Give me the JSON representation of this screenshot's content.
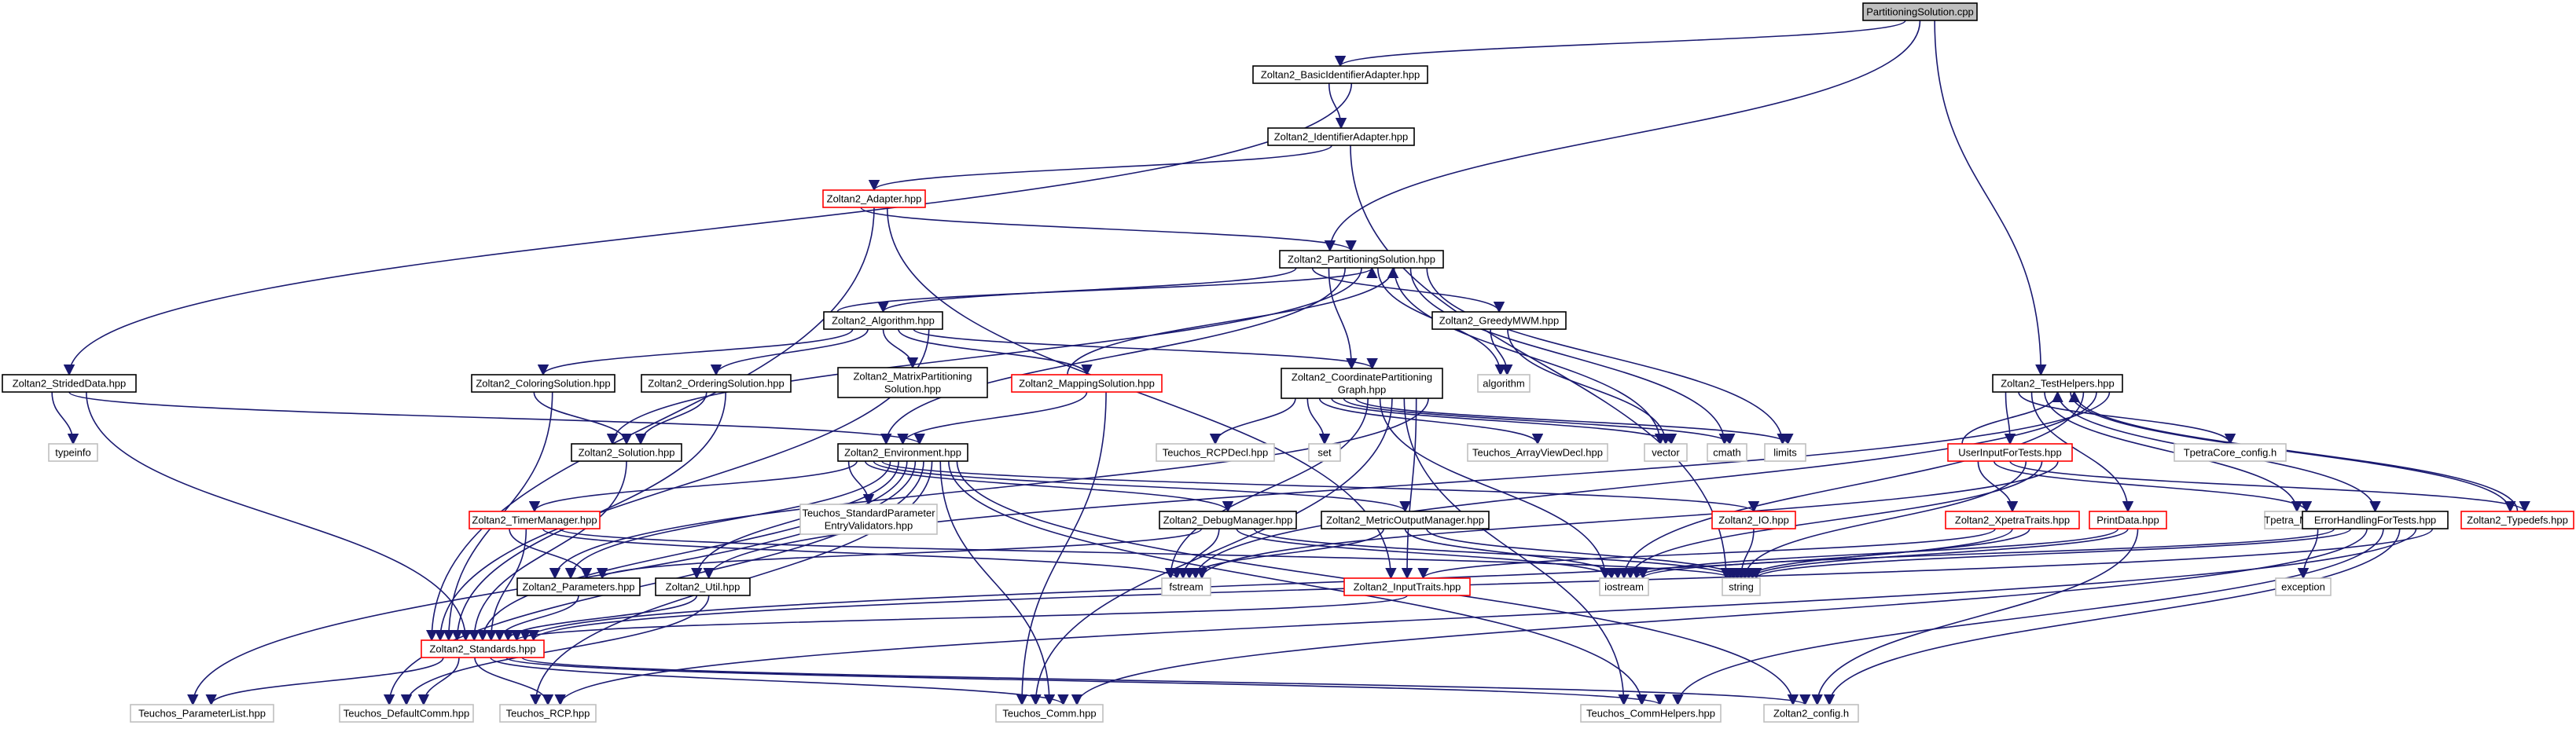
{
  "colors": {
    "edge": "#191970",
    "border_default": "#000000",
    "border_incomplete": "#ff0000",
    "border_external": "#bfbfbf",
    "fill_default": "#ffffff",
    "fill_root": "#bfbfbf"
  },
  "nodes": [
    {
      "id": "ps_cpp",
      "lines": [
        "PartitioningSolution.cpp"
      ],
      "style": "root"
    },
    {
      "id": "basic_id",
      "lines": [
        "Zoltan2_BasicIdentifierAdapter.hpp"
      ],
      "style": "default"
    },
    {
      "id": "id_adapter",
      "lines": [
        "Zoltan2_IdentifierAdapter.hpp"
      ],
      "style": "default"
    },
    {
      "id": "adapter",
      "lines": [
        "Zoltan2_Adapter.hpp"
      ],
      "style": "incomplete"
    },
    {
      "id": "psol",
      "lines": [
        "Zoltan2_PartitioningSolution.hpp"
      ],
      "style": "default"
    },
    {
      "id": "algorithm_hpp",
      "lines": [
        "Zoltan2_Algorithm.hpp"
      ],
      "style": "default"
    },
    {
      "id": "greedy",
      "lines": [
        "Zoltan2_GreedyMWM.hpp"
      ],
      "style": "default"
    },
    {
      "id": "algorithm_std",
      "lines": [
        "algorithm"
      ],
      "style": "external"
    },
    {
      "id": "coloring",
      "lines": [
        "Zoltan2_ColoringSolution.hpp"
      ],
      "style": "default"
    },
    {
      "id": "ordering",
      "lines": [
        "Zoltan2_OrderingSolution.hpp"
      ],
      "style": "default"
    },
    {
      "id": "matrixpart",
      "lines": [
        "Zoltan2_MatrixPartitioning",
        "Solution.hpp"
      ],
      "style": "default"
    },
    {
      "id": "mapping",
      "lines": [
        "Zoltan2_MappingSolution.hpp"
      ],
      "style": "incomplete"
    },
    {
      "id": "coordgraph",
      "lines": [
        "Zoltan2_CoordinatePartitioning",
        "Graph.hpp"
      ],
      "style": "default"
    },
    {
      "id": "strided",
      "lines": [
        "Zoltan2_StridedData.hpp"
      ],
      "style": "default"
    },
    {
      "id": "typeinfo",
      "lines": [
        "typeinfo"
      ],
      "style": "external"
    },
    {
      "id": "solution",
      "lines": [
        "Zoltan2_Solution.hpp"
      ],
      "style": "default"
    },
    {
      "id": "environment",
      "lines": [
        "Zoltan2_Environment.hpp"
      ],
      "style": "default"
    },
    {
      "id": "rcpdecl",
      "lines": [
        "Teuchos_RCPDecl.hpp"
      ],
      "style": "external"
    },
    {
      "id": "set",
      "lines": [
        "set"
      ],
      "style": "external"
    },
    {
      "id": "arrayview",
      "lines": [
        "Teuchos_ArrayViewDecl.hpp"
      ],
      "style": "external"
    },
    {
      "id": "vector",
      "lines": [
        "vector"
      ],
      "style": "external"
    },
    {
      "id": "cmath",
      "lines": [
        "cmath"
      ],
      "style": "external"
    },
    {
      "id": "limits",
      "lines": [
        "limits"
      ],
      "style": "external"
    },
    {
      "id": "stdparam",
      "lines": [
        "Teuchos_StandardParameter",
        "EntryValidators.hpp"
      ],
      "style": "external"
    },
    {
      "id": "timer",
      "lines": [
        "Zoltan2_TimerManager.hpp"
      ],
      "style": "incomplete"
    },
    {
      "id": "debugmgr",
      "lines": [
        "Zoltan2_DebugManager.hpp"
      ],
      "style": "default"
    },
    {
      "id": "metricout",
      "lines": [
        "Zoltan2_MetricOutputManager.hpp"
      ],
      "style": "default"
    },
    {
      "id": "io",
      "lines": [
        "Zoltan2_IO.hpp"
      ],
      "style": "incomplete"
    },
    {
      "id": "params",
      "lines": [
        "Zoltan2_Parameters.hpp"
      ],
      "style": "default"
    },
    {
      "id": "util",
      "lines": [
        "Zoltan2_Util.hpp"
      ],
      "style": "default"
    },
    {
      "id": "fstream",
      "lines": [
        "fstream"
      ],
      "style": "external"
    },
    {
      "id": "inputtraits",
      "lines": [
        "Zoltan2_InputTraits.hpp"
      ],
      "style": "incomplete"
    },
    {
      "id": "iostream",
      "lines": [
        "iostream"
      ],
      "style": "external"
    },
    {
      "id": "string",
      "lines": [
        "string"
      ],
      "style": "external"
    },
    {
      "id": "standards",
      "lines": [
        "Zoltan2_Standards.hpp"
      ],
      "style": "incomplete"
    },
    {
      "id": "paramlist",
      "lines": [
        "Teuchos_ParameterList.hpp"
      ],
      "style": "external"
    },
    {
      "id": "defaultcomm",
      "lines": [
        "Teuchos_DefaultComm.hpp"
      ],
      "style": "external"
    },
    {
      "id": "rcp",
      "lines": [
        "Teuchos_RCP.hpp"
      ],
      "style": "external"
    },
    {
      "id": "comm",
      "lines": [
        "Teuchos_Comm.hpp"
      ],
      "style": "external"
    },
    {
      "id": "commhelpers",
      "lines": [
        "Teuchos_CommHelpers.hpp"
      ],
      "style": "external"
    },
    {
      "id": "config",
      "lines": [
        "Zoltan2_config.h"
      ],
      "style": "external"
    },
    {
      "id": "testhelpers",
      "lines": [
        "Zoltan2_TestHelpers.hpp"
      ],
      "style": "default"
    },
    {
      "id": "userinput",
      "lines": [
        "UserInputForTests.hpp"
      ],
      "style": "incomplete"
    },
    {
      "id": "tpetracore",
      "lines": [
        "TpetraCore_config.h"
      ],
      "style": "external"
    },
    {
      "id": "xpetra",
      "lines": [
        "Zoltan2_XpetraTraits.hpp"
      ],
      "style": "incomplete"
    },
    {
      "id": "printdata",
      "lines": [
        "PrintData.hpp"
      ],
      "style": "incomplete"
    },
    {
      "id": "tpetramap",
      "lines": [
        "Tpetra_Map.hpp"
      ],
      "style": "external"
    },
    {
      "id": "errhandling",
      "lines": [
        "ErrorHandlingForTests.hpp"
      ],
      "style": "default"
    },
    {
      "id": "typedefs",
      "lines": [
        "Zoltan2_Typedefs.hpp"
      ],
      "style": "incomplete"
    },
    {
      "id": "exception",
      "lines": [
        "exception"
      ],
      "style": "external"
    }
  ],
  "edges": [
    [
      "ps_cpp",
      "basic_id"
    ],
    [
      "ps_cpp",
      "psol"
    ],
    [
      "ps_cpp",
      "testhelpers"
    ],
    [
      "basic_id",
      "id_adapter"
    ],
    [
      "basic_id",
      "strided"
    ],
    [
      "id_adapter",
      "adapter"
    ],
    [
      "id_adapter",
      "string"
    ],
    [
      "adapter",
      "psol"
    ],
    [
      "adapter",
      "standards"
    ],
    [
      "adapter",
      "inputtraits"
    ],
    [
      "psol",
      "algorithm_hpp"
    ],
    [
      "psol",
      "greedy"
    ],
    [
      "psol",
      "coordgraph"
    ],
    [
      "psol",
      "environment"
    ],
    [
      "psol",
      "solution"
    ],
    [
      "psol",
      "algorithm_std"
    ],
    [
      "psol",
      "vector"
    ],
    [
      "psol",
      "cmath"
    ],
    [
      "psol",
      "limits"
    ],
    [
      "algorithm_hpp",
      "psol"
    ],
    [
      "algorithm_hpp",
      "coloring"
    ],
    [
      "algorithm_hpp",
      "ordering"
    ],
    [
      "algorithm_hpp",
      "matrixpart"
    ],
    [
      "algorithm_hpp",
      "mapping"
    ],
    [
      "algorithm_hpp",
      "coordgraph"
    ],
    [
      "algorithm_hpp",
      "standards"
    ],
    [
      "greedy",
      "algorithm_std"
    ],
    [
      "greedy",
      "vector"
    ],
    [
      "coloring",
      "solution"
    ],
    [
      "coloring",
      "standards"
    ],
    [
      "ordering",
      "solution"
    ],
    [
      "ordering",
      "standards"
    ],
    [
      "mapping",
      "psol"
    ],
    [
      "mapping",
      "environment"
    ],
    [
      "mapping",
      "comm"
    ],
    [
      "coordgraph",
      "rcpdecl"
    ],
    [
      "coordgraph",
      "set"
    ],
    [
      "coordgraph",
      "arrayview"
    ],
    [
      "coordgraph",
      "vector"
    ],
    [
      "coordgraph",
      "cmath"
    ],
    [
      "coordgraph",
      "limits"
    ],
    [
      "coordgraph",
      "fstream"
    ],
    [
      "coordgraph",
      "iostream"
    ],
    [
      "coordgraph",
      "comm"
    ],
    [
      "coordgraph",
      "commhelpers"
    ],
    [
      "coordgraph",
      "inputtraits"
    ],
    [
      "coordgraph",
      "params"
    ],
    [
      "strided",
      "typeinfo"
    ],
    [
      "strided",
      "environment"
    ],
    [
      "strided",
      "standards"
    ],
    [
      "solution",
      "standards"
    ],
    [
      "environment",
      "stdparam"
    ],
    [
      "environment",
      "timer"
    ],
    [
      "environment",
      "debugmgr"
    ],
    [
      "environment",
      "metricout"
    ],
    [
      "environment",
      "io"
    ],
    [
      "environment",
      "params"
    ],
    [
      "environment",
      "util"
    ],
    [
      "environment",
      "standards"
    ],
    [
      "environment",
      "paramlist"
    ],
    [
      "environment",
      "defaultcomm"
    ],
    [
      "environment",
      "rcp"
    ],
    [
      "environment",
      "comm"
    ],
    [
      "environment",
      "commhelpers"
    ],
    [
      "environment",
      "config"
    ],
    [
      "timer",
      "params"
    ],
    [
      "timer",
      "standards"
    ],
    [
      "timer",
      "fstream"
    ],
    [
      "timer",
      "string"
    ],
    [
      "debugmgr",
      "params"
    ],
    [
      "debugmgr",
      "fstream"
    ],
    [
      "debugmgr",
      "iostream"
    ],
    [
      "debugmgr",
      "string"
    ],
    [
      "metricout",
      "fstream"
    ],
    [
      "metricout",
      "iostream"
    ],
    [
      "metricout",
      "string"
    ],
    [
      "io",
      "string"
    ],
    [
      "params",
      "standards"
    ],
    [
      "util",
      "standards"
    ],
    [
      "util",
      "defaultcomm"
    ],
    [
      "inputtraits",
      "standards"
    ],
    [
      "standards",
      "paramlist"
    ],
    [
      "standards",
      "defaultcomm"
    ],
    [
      "standards",
      "rcp"
    ],
    [
      "standards",
      "comm"
    ],
    [
      "standards",
      "commhelpers"
    ],
    [
      "standards",
      "config"
    ],
    [
      "testhelpers",
      "userinput"
    ],
    [
      "testhelpers",
      "tpetracore"
    ],
    [
      "testhelpers",
      "printdata"
    ],
    [
      "testhelpers",
      "tpetramap"
    ],
    [
      "testhelpers",
      "errhandling"
    ],
    [
      "testhelpers",
      "typedefs"
    ],
    [
      "testhelpers",
      "iostream"
    ],
    [
      "testhelpers",
      "fstream"
    ],
    [
      "testhelpers",
      "util"
    ],
    [
      "userinput",
      "testhelpers"
    ],
    [
      "userinput",
      "xpetra"
    ],
    [
      "userinput",
      "tpetramap"
    ],
    [
      "userinput",
      "typedefs"
    ],
    [
      "userinput",
      "string"
    ],
    [
      "userinput",
      "iostream"
    ],
    [
      "userinput",
      "fstream"
    ],
    [
      "xpetra",
      "inputtraits"
    ],
    [
      "xpetra",
      "standards"
    ],
    [
      "xpetra",
      "string"
    ],
    [
      "printdata",
      "iostream"
    ],
    [
      "printdata",
      "string"
    ],
    [
      "printdata",
      "config"
    ],
    [
      "errhandling",
      "exception"
    ],
    [
      "errhandling",
      "iostream"
    ],
    [
      "errhandling",
      "string"
    ],
    [
      "errhandling",
      "comm"
    ],
    [
      "errhandling",
      "commhelpers"
    ],
    [
      "errhandling",
      "config"
    ],
    [
      "errhandling",
      "rcp"
    ],
    [
      "errhandling",
      "standards"
    ],
    [
      "typedefs",
      "testhelpers"
    ]
  ]
}
